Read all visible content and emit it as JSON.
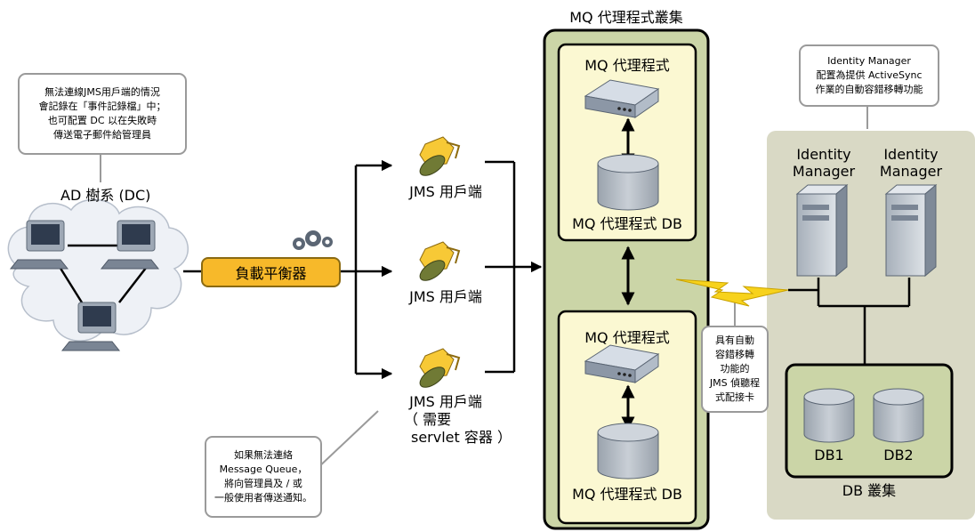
{
  "callouts": {
    "ad_note": [
      "無法連線JMS用戶端的情況",
      "會記錄在「事件記錄檔」中；",
      "也可配置 DC 以在失敗時",
      "傳送電子郵件給管理員"
    ],
    "mq_note": [
      "如果無法連絡",
      "Message Queue，",
      "將向管理員及 / 或",
      "一般使用者傳送通知。"
    ],
    "im_note": [
      "Identity Manager",
      "配置為提供 ActiveSync",
      "作業的自動容錯移轉功能"
    ],
    "listener_note": [
      "具有自動",
      "容錯移轉",
      "功能的",
      "JMS 偵聽程",
      "式配接卡"
    ]
  },
  "ad": {
    "title": "AD 樹系 (DC)"
  },
  "load_balancer": {
    "label": "負載平衡器"
  },
  "jms_clients": [
    {
      "line1": "JMS 用戶端",
      "line2": "",
      "line3": ""
    },
    {
      "line1": "JMS 用戶端",
      "line2": "",
      "line3": ""
    },
    {
      "line1": "JMS 用戶端",
      "line2": "（ 需要",
      "line3": "servlet 容器 ）"
    }
  ],
  "mq_cluster": {
    "title": "MQ 代理程式叢集",
    "brokers": [
      {
        "title": "MQ 代理程式",
        "db": "MQ 代理程式 DB"
      },
      {
        "title": "MQ 代理程式",
        "db": "MQ 代理程式 DB"
      }
    ]
  },
  "im_cluster": {
    "servers": [
      {
        "line1": "Identity",
        "line2": "Manager"
      },
      {
        "line1": "Identity",
        "line2": "Manager"
      }
    ],
    "db_cluster_label": "DB 叢集",
    "dbs": [
      "DB1",
      "DB2"
    ]
  },
  "colors": {
    "mq_green": "#cbd5a7",
    "mq_inner": "#fbf8d2",
    "im_panel": "#d9d9c5",
    "load_balancer": "#f7b92a",
    "bolt": "#f7d21c",
    "db_gray": "#b7bec6"
  }
}
